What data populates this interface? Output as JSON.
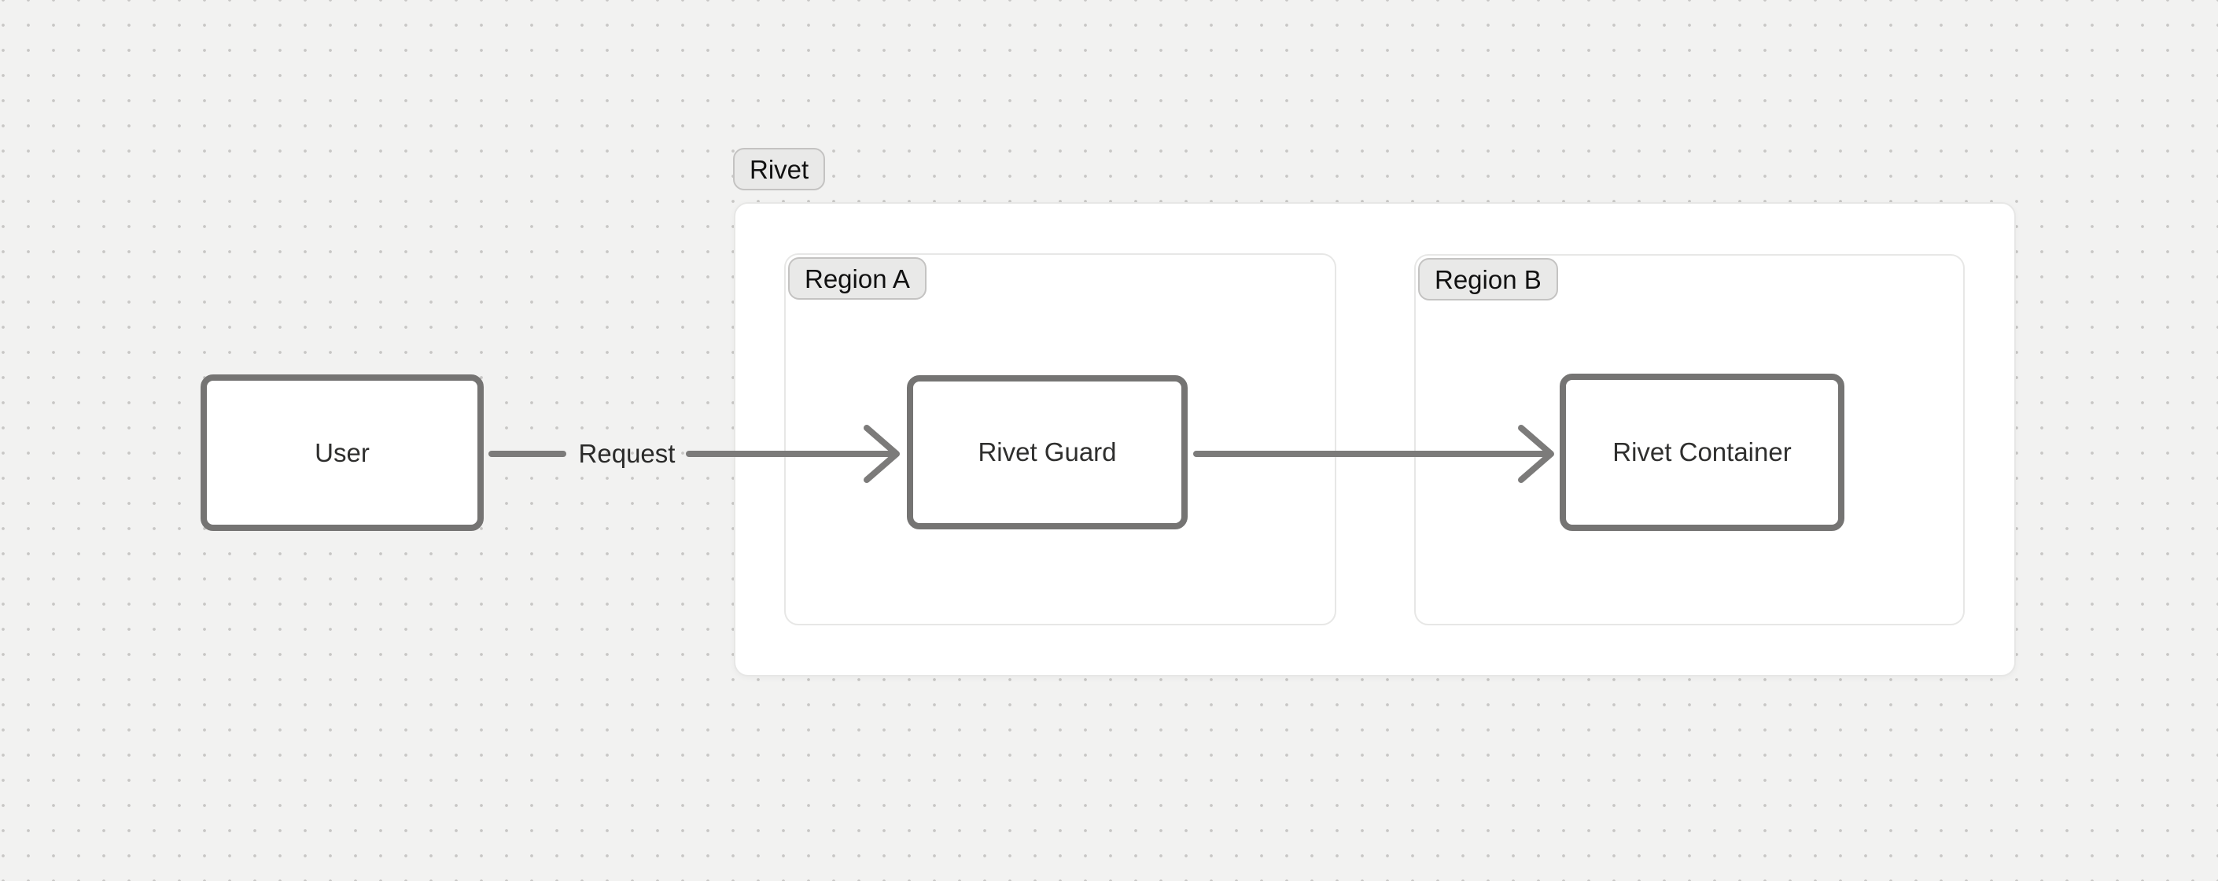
{
  "colors": {
    "canvas_bg": "#f2f2f1",
    "dot_color": "#c8c7c5",
    "group_bg": "#ffffff",
    "group_border": "#e7e7e6",
    "badge_bg": "#e9e9e8",
    "badge_border": "#c4c3c2",
    "badge_text": "#111111",
    "node_bg": "#ffffff",
    "node_border": "#757473",
    "node_text": "#2f2f2e",
    "edge_color": "#7c7b7a",
    "edge_label_text": "#2b2b2a"
  },
  "diagram": {
    "container_label": "Rivet",
    "regions": [
      {
        "label": "Region A"
      },
      {
        "label": "Region B"
      }
    ],
    "nodes": {
      "user": {
        "label": "User"
      },
      "guard": {
        "label": "Rivet Guard"
      },
      "container": {
        "label": "Rivet Container"
      }
    },
    "edges": {
      "request": {
        "label": "Request",
        "from": "User",
        "to": "Rivet Guard"
      },
      "guard_to_container": {
        "label": "",
        "from": "Rivet Guard",
        "to": "Rivet Container"
      }
    }
  }
}
